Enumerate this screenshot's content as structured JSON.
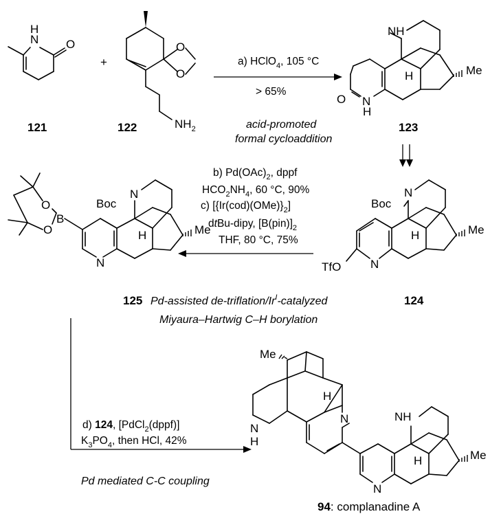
{
  "compounds": {
    "c121": "121",
    "c122": "122",
    "c123": "123",
    "c124": "124",
    "c125": "125",
    "c94": "94",
    "c94_name": ": complanadine A"
  },
  "atoms": {
    "N": "N",
    "H": "H",
    "O": "O",
    "NH": "NH",
    "NH2": "NH",
    "NH2_sub": "2",
    "Me": "Me",
    "Boc": "Boc",
    "TfO": "TfO",
    "B": "B"
  },
  "step_a": {
    "line1": "a) HClO",
    "line1_sub": "4",
    "line1_tail": ", 105 °C",
    "line2": "> 65%",
    "note1": "acid-promoted",
    "note2": "formal cycloaddition"
  },
  "step_bc": {
    "b1": "b) Pd(OAc)",
    "b1_sub": "2",
    "b1_tail": ", dppf",
    "b2": "HCO",
    "b2_sub": "2",
    "b2_tail": "NH",
    "b2_sub2": "4",
    "b2_tail2": ", 60 °C, 90%",
    "c1": "c) [{Ir(cod)(OMe)}",
    "c1_sub": "2",
    "c1_tail": "]",
    "c2_pre": "d",
    "c2_it": "t",
    "c2_tail": "Bu-dipy, [B(pin)]",
    "c2_sub": "2",
    "c3": "THF, 80 °C, 75%",
    "note1_a": "Pd-assisted de-triflation/Ir",
    "note1_sup": "I",
    "note1_b": "-catalyzed",
    "note2": "Miyaura–Hartwig C–H borylation"
  },
  "step_d": {
    "d1_pre": "d) ",
    "d1_bold": "124",
    "d1_tail": ", [PdCl",
    "d1_sub": "2",
    "d1_tail2": "(dppf)]",
    "d2": "K",
    "d2_sub": "3",
    "d2_tail": "PO",
    "d2_sub2": "4",
    "d2_tail2": ", then HCl, 42%",
    "note": "Pd mediated C-C coupling"
  }
}
